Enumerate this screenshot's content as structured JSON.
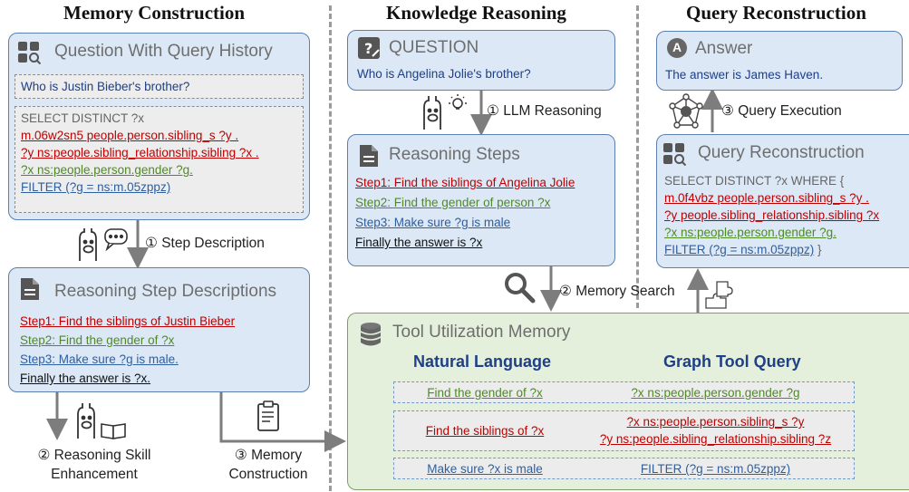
{
  "sections": {
    "memory_construction": "Memory Construction",
    "knowledge_reasoning": "Knowledge Reasoning",
    "query_reconstruction": "Query Reconstruction"
  },
  "question_history": {
    "title": "Question With Query History",
    "question": "Who is Justin Bieber's brother?",
    "query": [
      "SELECT DISTINCT ?x",
      "m.06w2sn5 people.person.sibling_s ?y .",
      "?y ns:people.sibling_relationship.sibling ?x .",
      "?x ns:people.person.gender ?g.",
      "FILTER (?g = ns:m.05zppz)"
    ]
  },
  "step_description_label": "① Step Description",
  "reasoning_step_descriptions": {
    "title": "Reasoning Step Descriptions",
    "steps": [
      "Step1: Find the siblings of Justin Bieber",
      "Step2: Find the gender of ?x",
      "Step3: Make sure ?g is male.",
      "Finally the answer is ?x."
    ]
  },
  "skill_enhancement_label": [
    "② Reasoning Skill",
    "Enhancement"
  ],
  "memory_construction_label": [
    "③ Memory",
    "Construction"
  ],
  "question_box": {
    "title": "QUESTION",
    "text": "Who is Angelina Jolie's brother?"
  },
  "llm_reasoning_label": "① LLM Reasoning",
  "reasoning_steps": {
    "title": "Reasoning Steps",
    "steps": [
      "Step1: Find the siblings of Angelina Jolie",
      "Step2: Find the gender of person ?x",
      "Step3: Make sure ?g is male",
      "Finally the answer is ?x"
    ]
  },
  "memory_search_label": "② Memory Search",
  "answer_box": {
    "title": "Answer",
    "icon_letter": "A",
    "text": "The answer is James Haven."
  },
  "query_execution_label": "③ Query Execution",
  "query_reconstruction_box": {
    "title": "Query Reconstruction",
    "lines": [
      "SELECT DISTINCT ?x WHERE {",
      "m.0f4vbz people.person.sibling_s ?y .",
      "?y people.sibling_relationship.sibling ?x",
      "?x ns:people.person.gender ?g.",
      "FILTER (?g = ns:m.05zppz)",
      " }"
    ]
  },
  "tool_memory": {
    "title": "Tool Utilization Memory",
    "col_natural": "Natural Language",
    "col_graph": "Graph Tool Query",
    "rows": [
      {
        "nl": "Find the gender of ?x",
        "q1": "?x ns:people.person.gender ?g",
        "q2": ""
      },
      {
        "nl": "Find the siblings of ?x",
        "q1": "?x ns:people.person.sibling_s ?y",
        "q2": "?y ns:people.sibling_relationship.sibling ?z"
      },
      {
        "nl": "Make sure ?x is male",
        "q1": "FILTER (?g = ns:m.05zppz)",
        "q2": ""
      }
    ]
  },
  "icons": [
    "apps-search-icon",
    "document-icon",
    "question-icon",
    "llama-icon",
    "chat-bubble-icon",
    "lightbulb-icon",
    "book-icon",
    "clipboard-icon",
    "magnifier-icon",
    "graph-network-icon",
    "puzzle-icon",
    "database-icon"
  ],
  "colors": {
    "box_blue": "#dce8f6",
    "box_green": "#e4f0dc",
    "red": "#c00000",
    "green": "#4f8a25",
    "blue": "#2e5f9e",
    "navy": "#1f3f86"
  }
}
